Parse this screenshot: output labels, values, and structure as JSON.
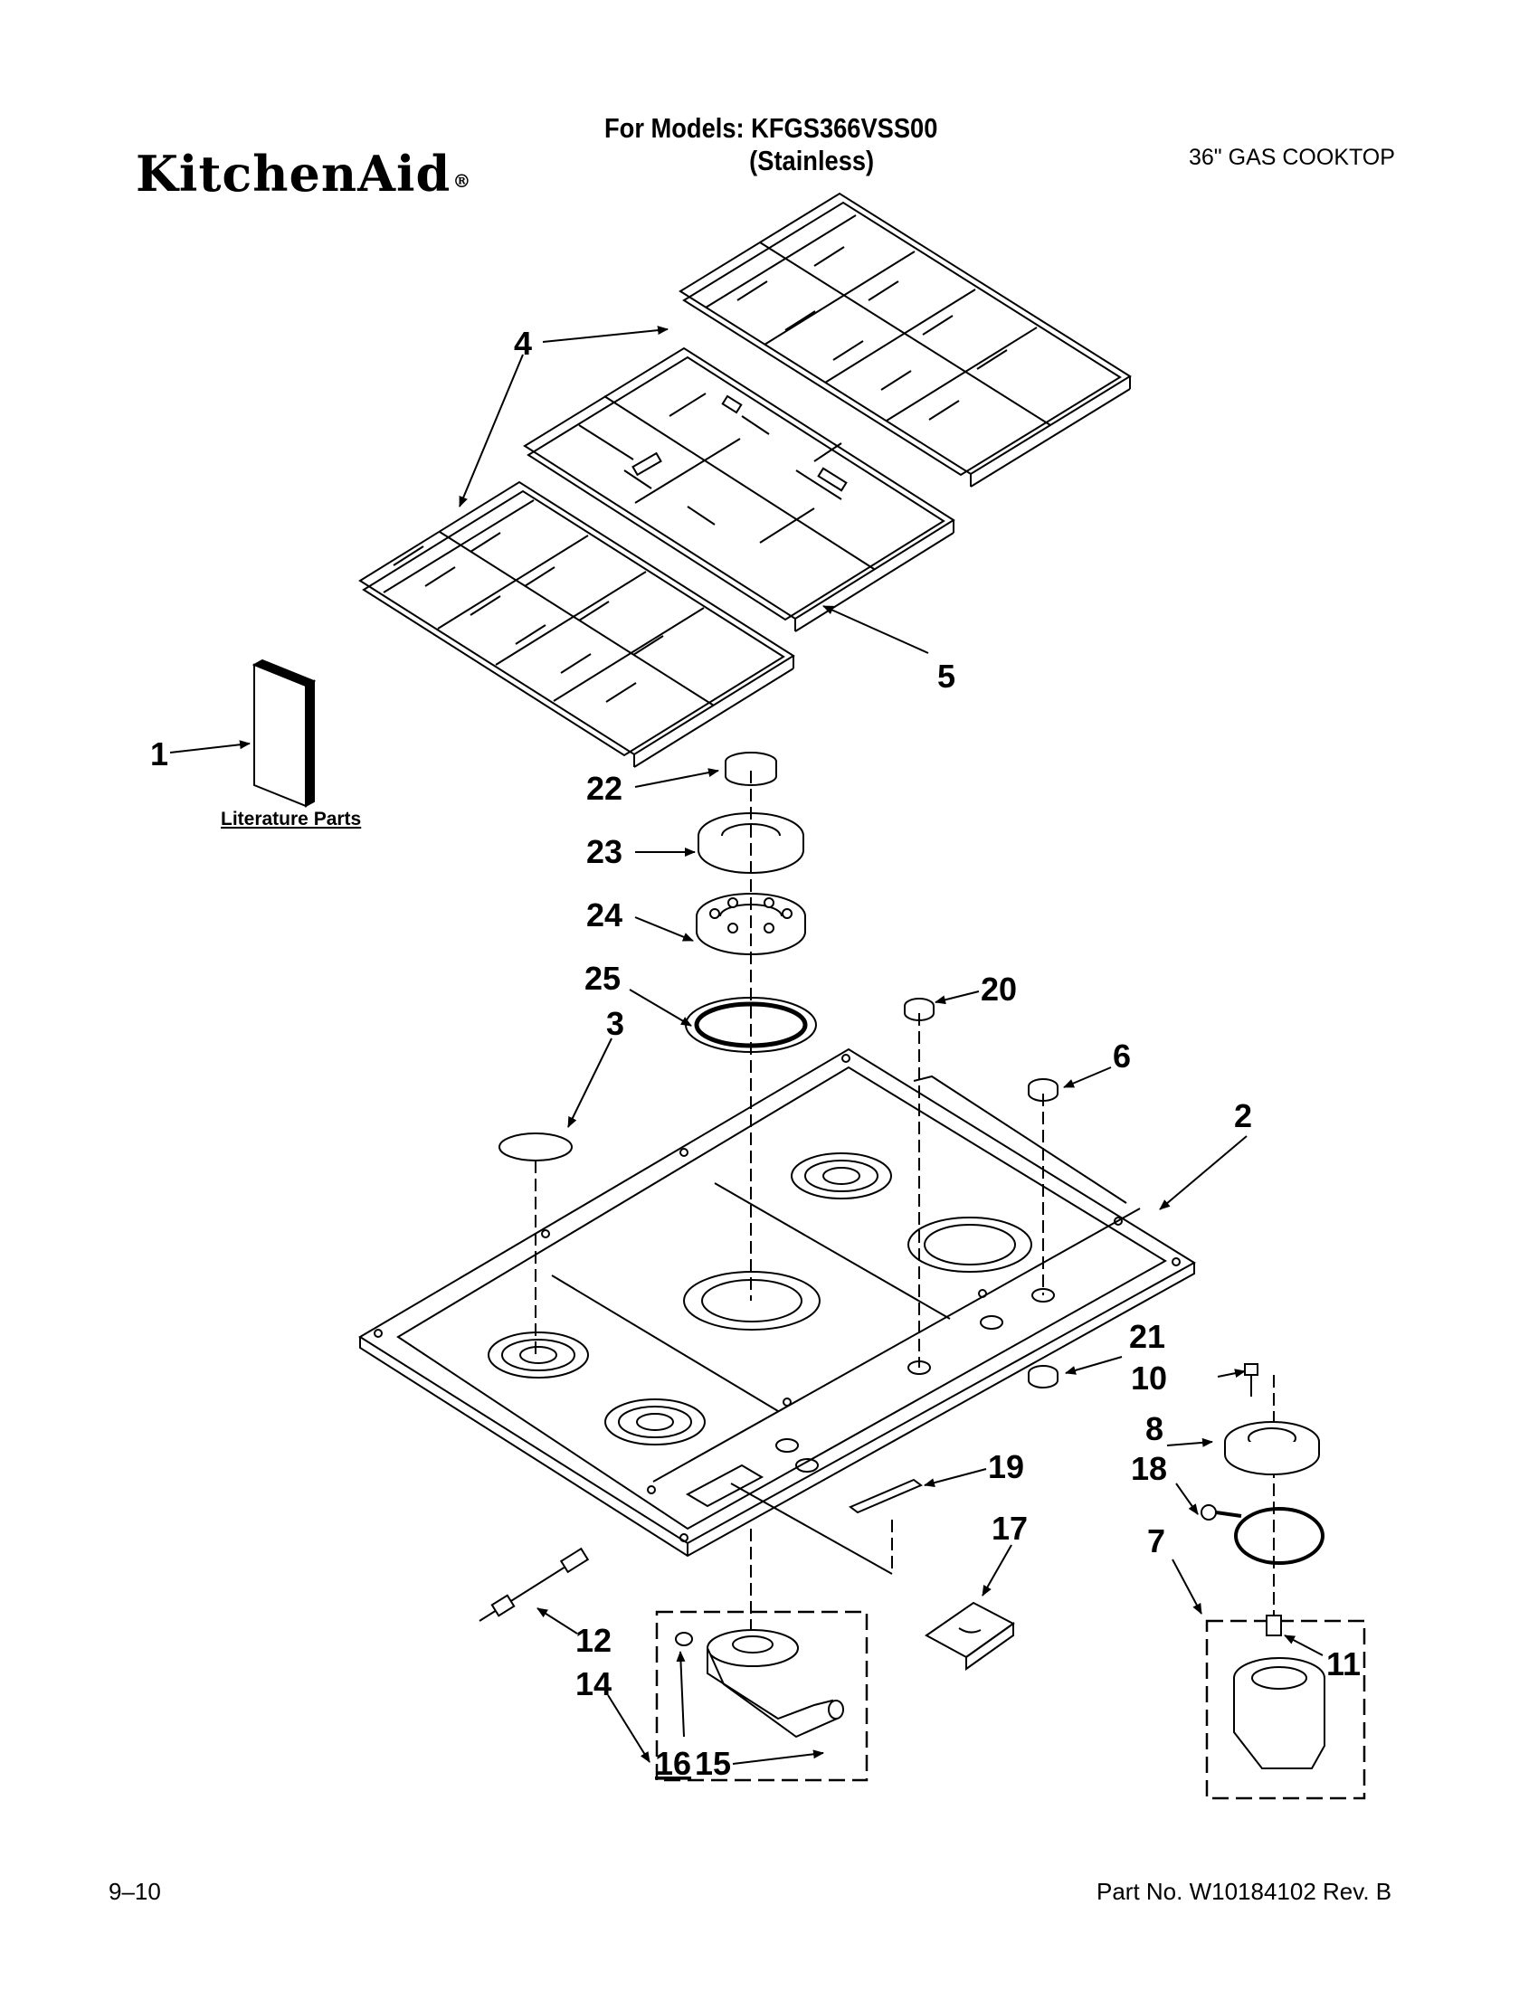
{
  "header": {
    "brand": "KitchenAid",
    "brand_mark": "®",
    "models_line": "For Models: KFGS366VSS00",
    "finish": "(Stainless)",
    "doc_type": "36\" GAS COOKTOP"
  },
  "labels": {
    "literature": "Literature Parts"
  },
  "callouts": {
    "c1": "1",
    "c2": "2",
    "c3": "3",
    "c4a": "4",
    "c4b": "4",
    "c5": "5",
    "c6": "6",
    "c7": "7",
    "c8": "8",
    "c10": "10",
    "c11": "11",
    "c12": "12",
    "c14": "14",
    "c15": "15",
    "c16": "16",
    "c17": "17",
    "c18": "18",
    "c19": "19",
    "c20": "20",
    "c21": "21",
    "c22": "22",
    "c23": "23",
    "c24": "24",
    "c25": "25"
  },
  "footer": {
    "date": "9–10",
    "part_no": "Part No. W10184102 Rev. B"
  }
}
